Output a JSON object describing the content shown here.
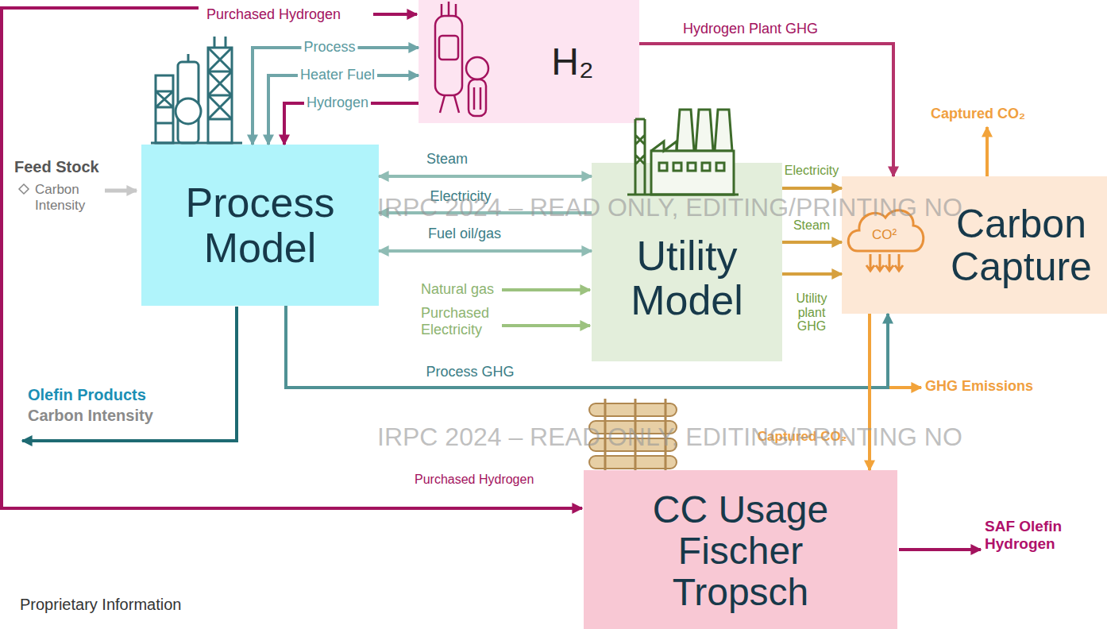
{
  "diagram": {
    "nodes": [
      {
        "text": [
          "Process Model"
        ]
      },
      {
        "text": [
          "H₂"
        ]
      },
      {
        "text": [
          "Utility Model"
        ]
      },
      {
        "text": [
          "Carbon Capture"
        ]
      },
      {
        "text": [
          "CC Usage Fischer Tropsch"
        ]
      }
    ],
    "edges": [
      {
        "from": 0,
        "to": 1,
        "label": "Process",
        "arrow": "both"
      },
      {
        "from": 0,
        "to": 1,
        "label": "Heater Fuel",
        "arrow": "both"
      },
      {
        "from": 1,
        "to": 0,
        "label": "Hydrogen",
        "arrow": "to"
      },
      {
        "from": 1,
        "to": 3,
        "label": "Hydrogen Plant GHG",
        "arrow": "to"
      },
      {
        "from": 0,
        "to": 2,
        "label": "Steam",
        "arrow": "both"
      },
      {
        "from": 2,
        "to": 0,
        "label": "Electricity",
        "arrow": "to"
      },
      {
        "from": 0,
        "to": 2,
        "label": "Fuel oil/gas",
        "arrow": "both"
      },
      {
        "from": 2,
        "to": 3,
        "label": "Electricity",
        "arrow": "to"
      },
      {
        "from": 2,
        "to": 3,
        "label": "Steam",
        "arrow": "to"
      },
      {
        "from": 2,
        "to": 3,
        "label": "Utility plant GHG",
        "arrow": "to"
      },
      {
        "from": 0,
        "to": 3,
        "label": "Process GHG",
        "arrow": "to"
      },
      {
        "from": 3,
        "to": 4,
        "label": "Captured CO₂",
        "arrow": "to"
      }
    ],
    "labels": [
      "Feed Stock",
      "Carbon Intensity",
      "Olefin Products",
      "Carbon Intensity",
      "Purchased Hydrogen",
      "Purchased Hydrogen",
      "Natural gas",
      "Purchased Electricity",
      "Captured CO₂",
      "GHG Emissions",
      "SAF Olefin Hydrogen",
      "Proprietary Information",
      "IRPC 2024 – READ ONLY, EDITING/PRINTING NO",
      "IRPC 2024 – READ ONLY, EDITING/PRINTING NO",
      "CO²"
    ]
  }
}
